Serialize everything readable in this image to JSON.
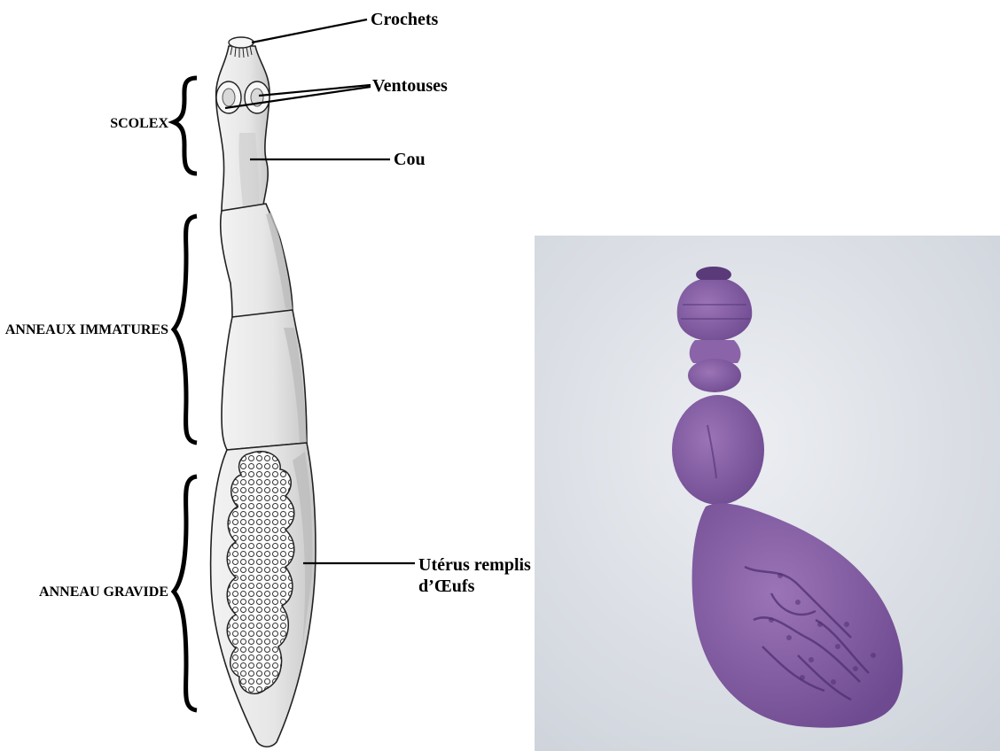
{
  "diagram": {
    "labels": {
      "crochets": "Crochets",
      "ventouses": "Ventouses",
      "cou": "Cou",
      "scolex": "SCOLEX",
      "anneaux_immatures": "ANNEAUX IMMATURES",
      "uterus_line1": "Utérus remplis",
      "uterus_line2": "d’Œufs",
      "anneau_gravide": "ANNEAU GRAVIDE"
    },
    "colors": {
      "segment_fill": "#e9e9e9",
      "segment_shade": "#cfcfcf",
      "outline": "#222222",
      "ink": "#000000"
    }
  },
  "photo": {
    "colors": {
      "background": "#d9dde3",
      "specimen": "#8a5fa6",
      "specimen_dark": "#5f3d80"
    }
  }
}
